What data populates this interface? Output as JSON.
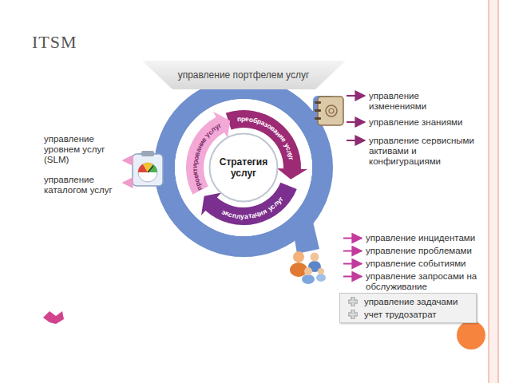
{
  "diagram": {
    "title": "ITSM",
    "nodes": [
      {
        "text": [
          "управление портфелем услуг"
        ]
      },
      {
        "text": [
          "Стратегия услуг"
        ]
      },
      {
        "text": [
          "управление задачами",
          "учет трудозатрат"
        ]
      }
    ],
    "labels": [
      "управление уровнем услуг (SLM)",
      "управление каталогом услуг",
      "преобразование услуг",
      "проектирование услуг",
      "эксплуатация услуг",
      "управление изменениями",
      "управление знаниями",
      "управление сервисными активами и конфигурациями",
      "управление инцидентами",
      "управление проблемами",
      "управление событиями",
      "управление запросами на обслуживание"
    ]
  }
}
